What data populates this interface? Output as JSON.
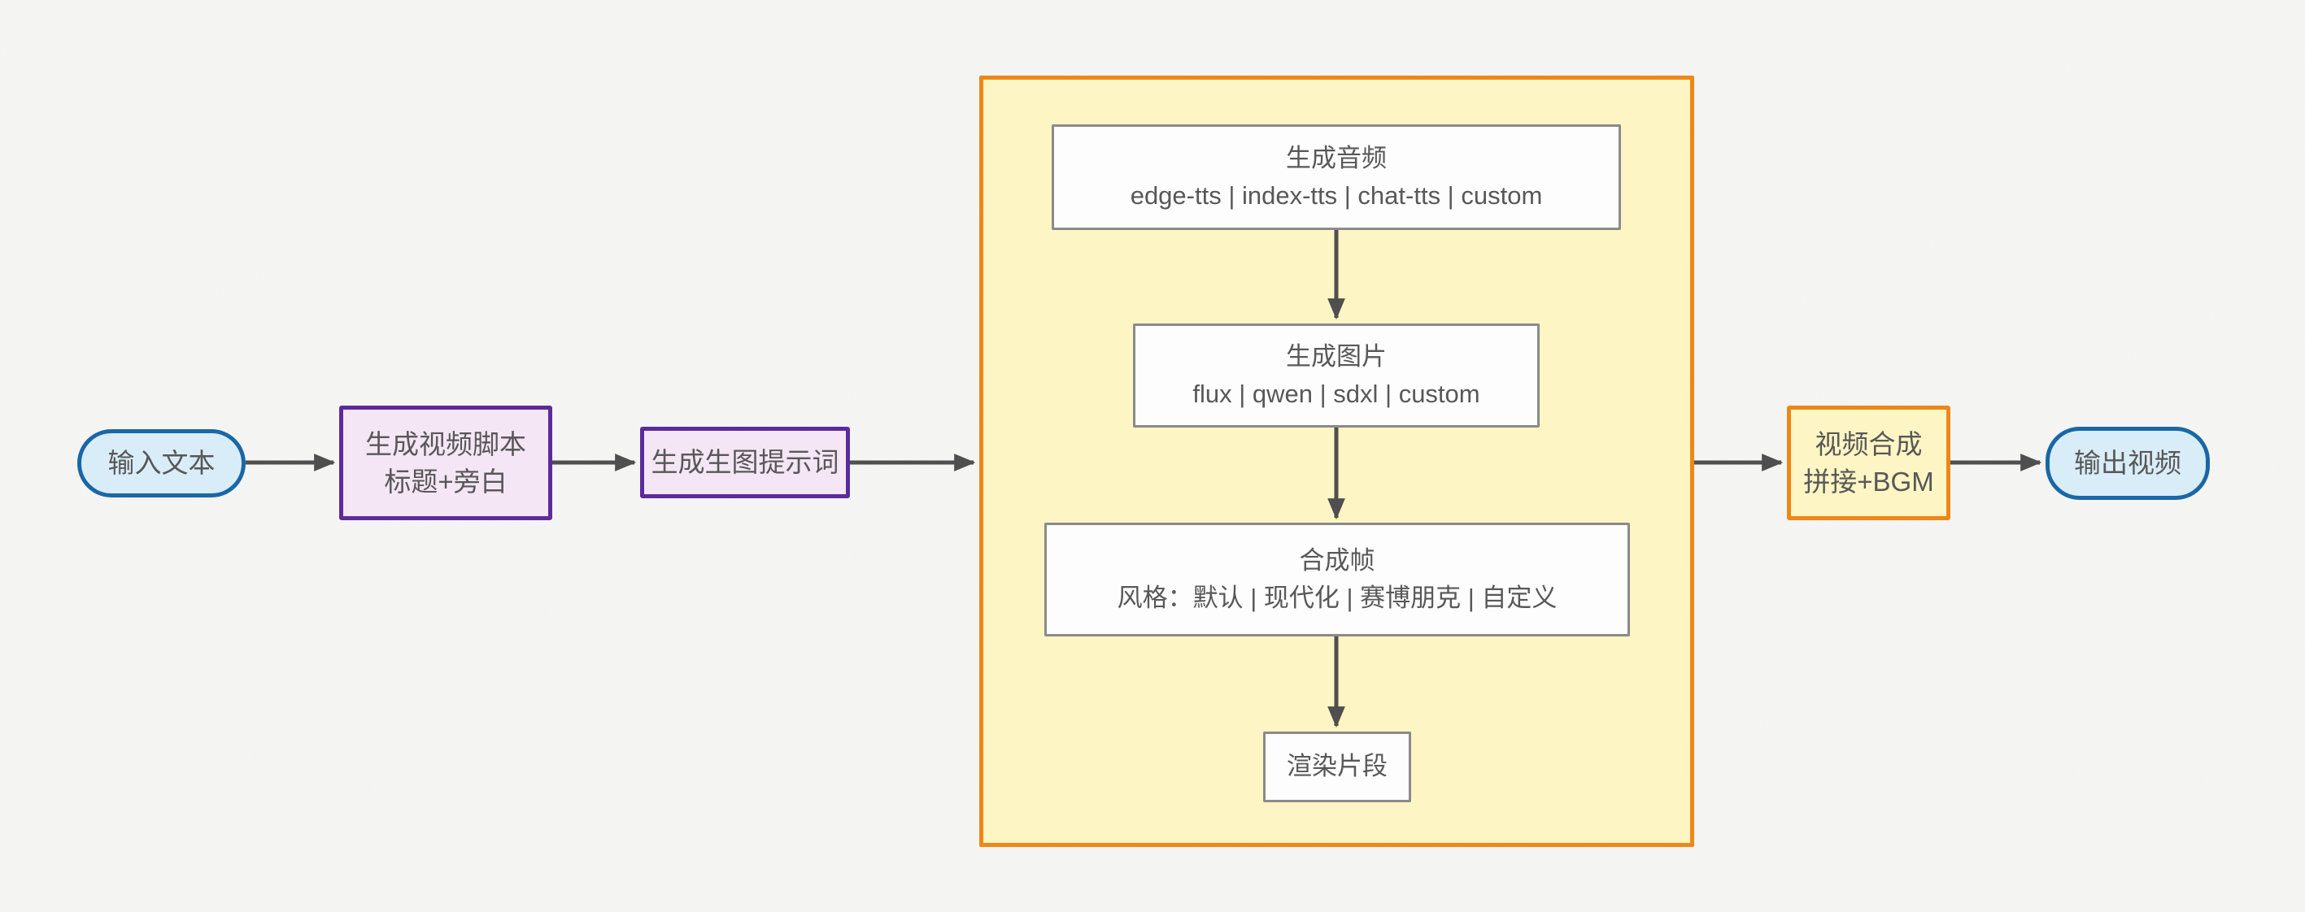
{
  "diagram": {
    "nodes": {
      "input": {
        "label": "输入文本"
      },
      "script": {
        "line1": "生成视频脚本",
        "line2": "标题+旁白"
      },
      "prompt": {
        "label": "生成生图提示词"
      },
      "audio": {
        "line1": "生成音频",
        "line2": "edge-tts | index-tts | chat-tts | custom"
      },
      "image": {
        "line1": "生成图片",
        "line2": "flux | qwen | sdxl | custom"
      },
      "frame": {
        "line1": "合成帧",
        "line2": "风格：默认 | 现代化 | 赛博朋克 | 自定义"
      },
      "render": {
        "label": "渲染片段"
      },
      "compose": {
        "line1": "视频合成",
        "line2": "拼接+BGM"
      },
      "output": {
        "label": "输出视频"
      }
    },
    "colors": {
      "terminal_border": "#1a67a6",
      "terminal_fill": "#d9edf9",
      "process_border": "#5c2b9b",
      "process_fill": "#f5e6f6",
      "group_border": "#ef8718",
      "group_fill": "#fdf5c3",
      "step_border": "#8a8a8a",
      "step_fill": "#fdfdfd",
      "arrow": "#4f4f4f",
      "text": "#585858",
      "background": "#f6f6f5"
    }
  }
}
